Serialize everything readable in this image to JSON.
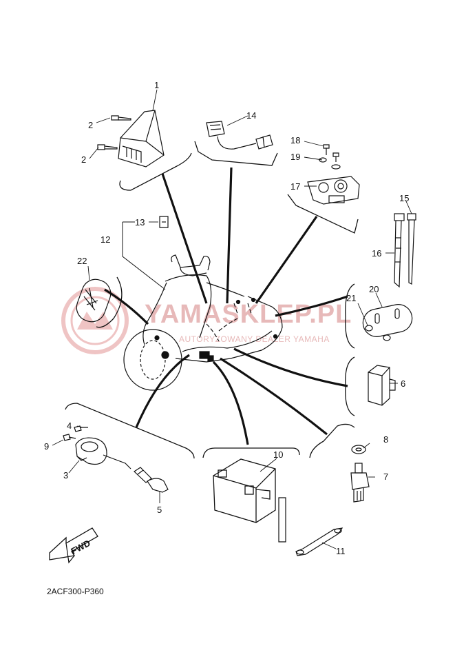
{
  "diagram_code": "2ACF300-P360",
  "watermark": {
    "line1": "YAMASKLEP.PL",
    "line2": "AUTORYZOWANY DEALER YAMAHA"
  },
  "fwd_label": "FWD",
  "callouts": [
    "1",
    "2",
    "2",
    "3",
    "4",
    "5",
    "6",
    "7",
    "8",
    "9",
    "10",
    "11",
    "12",
    "13",
    "14",
    "15",
    "16",
    "17",
    "18",
    "19",
    "20",
    "21",
    "22"
  ],
  "colors": {
    "line": "#111111",
    "watermark": "#e7b9b9"
  }
}
